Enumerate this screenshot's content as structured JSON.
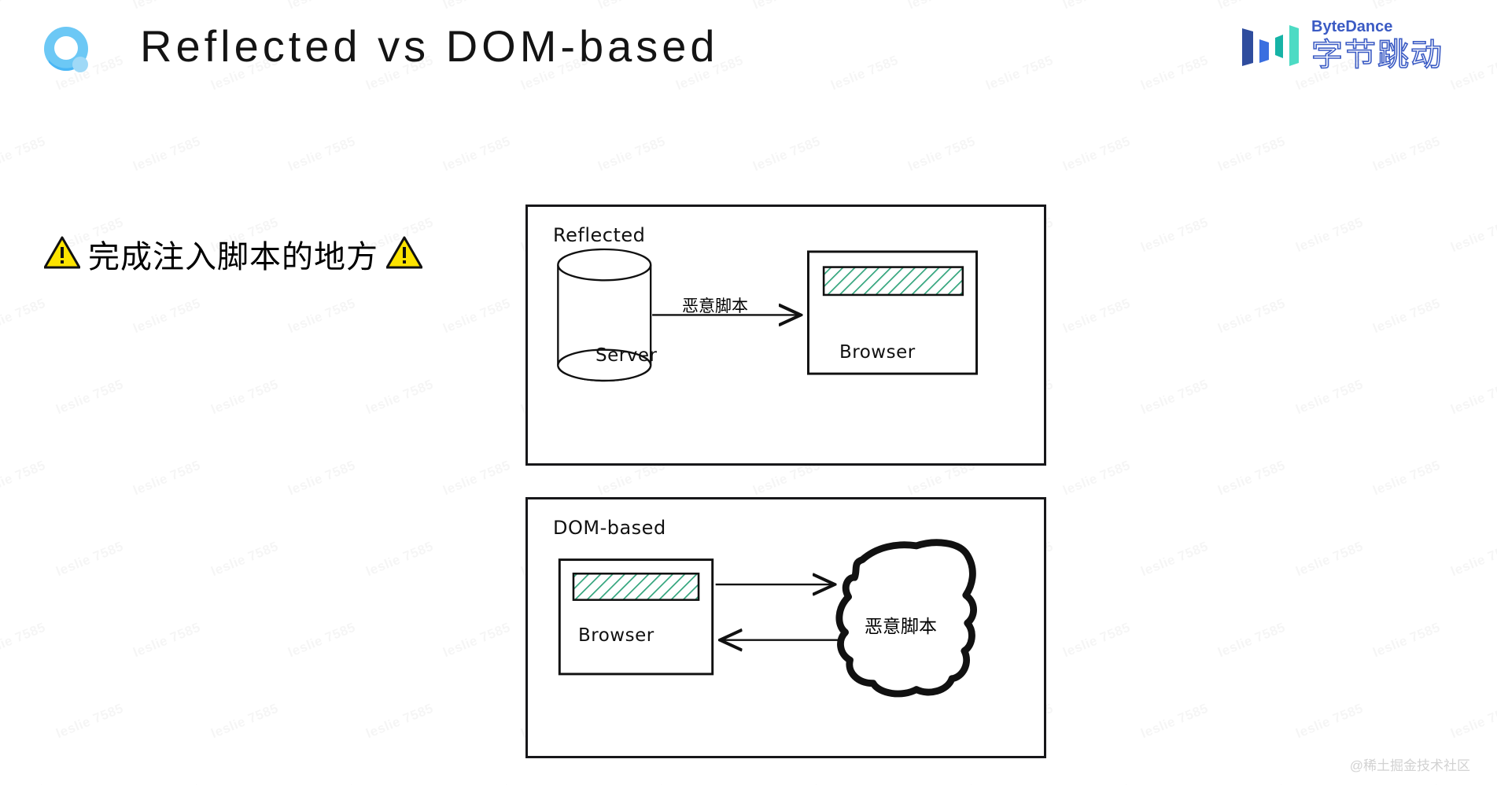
{
  "header": {
    "title": "Reflected vs DOM-based",
    "app_logo_icon": "qq-browser-logo-icon",
    "brand": {
      "english": "ByteDance",
      "chinese": "字节跳动",
      "bar_colors": [
        "#2f4d9e",
        "#3a6fe0",
        "#16b3a6",
        "#4ddbc4"
      ],
      "text_color": "#3b5bc4"
    }
  },
  "note": {
    "icon_left": "warning-triangle-icon",
    "icon_right": "warning-triangle-icon",
    "text": "完成注入脚本的地方",
    "warning_fill": "#FCE300",
    "warning_stroke": "#111111"
  },
  "diagrams": [
    {
      "id": "reflected",
      "label": "Reflected",
      "nodes": [
        {
          "name": "server-cylinder",
          "label": "Server",
          "shape": "cylinder"
        },
        {
          "name": "browser-box",
          "label": "Browser",
          "shape": "rect"
        },
        {
          "name": "injected-script-bar",
          "label": "",
          "shape": "hatched-rect",
          "hatch_color": "#2fa37a"
        }
      ],
      "arrows": [
        {
          "name": "server-to-browser-arrow",
          "label": "恶意脚本",
          "direction": "right"
        }
      ]
    },
    {
      "id": "dom-based",
      "label": "DOM-based",
      "nodes": [
        {
          "name": "browser-box",
          "label": "Browser",
          "shape": "rect"
        },
        {
          "name": "injected-script-bar",
          "label": "",
          "shape": "hatched-rect",
          "hatch_color": "#2fa37a"
        },
        {
          "name": "malicious-script-blob",
          "label": "恶意脚本",
          "shape": "blob"
        }
      ],
      "arrows": [
        {
          "name": "browser-to-script-arrow",
          "label": "",
          "direction": "right"
        },
        {
          "name": "script-to-browser-arrow",
          "label": "",
          "direction": "left"
        }
      ]
    }
  ],
  "watermark": {
    "tile_text": "leslie 7585",
    "bottom_right": "@稀土掘金技术社区"
  }
}
